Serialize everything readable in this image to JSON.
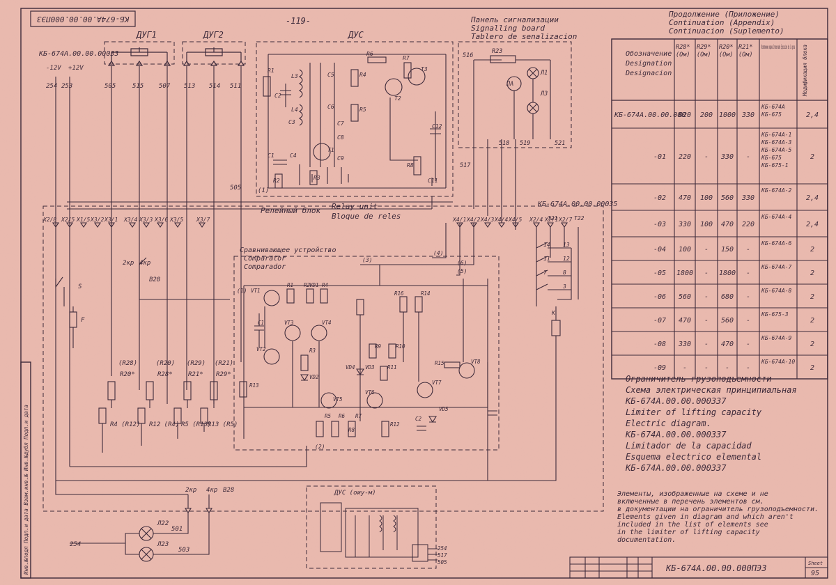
{
  "sheet": {
    "stamp_code": "КБ-674А.00.00.000ПЭ3",
    "page_mark": "-119-",
    "title_block_code": "КБ-674А.00.00.000ПЭ3",
    "sheet_label": "Sheet",
    "sheet_number": "95",
    "left_margin_stamp": "Инв.№подл  Подп.и дата  Взам.инв.№  Инв.№дубл  Подп.и дата",
    "colors": {
      "paper": "#e9b9ae",
      "ink": "#3d2a3a"
    }
  },
  "blocks": {
    "dug1": "ДУГ1",
    "dug2": "ДУГ2",
    "dus": "ДУС",
    "panel": [
      "Панель сигнализации",
      "Signalling board",
      "Tablero de senalizacion"
    ],
    "relay": [
      "Релейный блок",
      "Relay unit",
      "Bloque de reles"
    ],
    "comparator": [
      "Сравнивающее устройство",
      "Comparator",
      "Comparador"
    ],
    "dus_small": "ДУС (оиу-м)",
    "relay_code": "КБ-674А.00.00.000ЗЗ",
    "panel_code": "КБ-674А.00.00.00035",
    "supply": [
      "-12V",
      "+12V"
    ]
  },
  "wires": [
    "254",
    "253",
    "505",
    "515",
    "507",
    "513",
    "514",
    "511",
    "516",
    "518",
    "519",
    "521",
    "517",
    "501",
    "503",
    "505"
  ],
  "components": {
    "dus": [
      "R1",
      "C2",
      "C3",
      "L3",
      "L4",
      "R4",
      "R5",
      "R6",
      "R7",
      "T1",
      "T2",
      "T3",
      "R2",
      "R3",
      "C1",
      "C4",
      "C5",
      "C6",
      "C7",
      "C8",
      "C9",
      "R8",
      "C11",
      "C12"
    ],
    "panel": [
      "R23",
      "ПА",
      "Л1",
      "Л3"
    ],
    "comparator": [
      "VT1",
      "VT2",
      "VT3",
      "VT4",
      "VT5",
      "VT6",
      "VT7",
      "VT8",
      "R1",
      "R2",
      "R3",
      "R4",
      "R5",
      "R6",
      "R7",
      "R8",
      "R9",
      "R10",
      "R11",
      "R12",
      "R13",
      "R14",
      "R15",
      "R16",
      "C1",
      "C2",
      "VD1",
      "VD2",
      "VD3",
      "VD4",
      "VD5"
    ],
    "pots": [
      "R4 (R12)",
      "R12 (R4)",
      "R5 (R13)",
      "R13 (R5)"
    ],
    "trims": [
      "R20*",
      "R28*",
      "R21*",
      "R29*"
    ],
    "trims_alt": [
      "(R28)",
      "(R20)",
      "(R29)",
      "(R21)"
    ],
    "connectors": [
      "X2/8",
      "X2/5",
      "X1/5",
      "X3/2",
      "X3/1",
      "X3/4",
      "X3/3",
      "X3/6",
      "X3/5",
      "X3/7",
      "X4/1",
      "X4/2",
      "X4/3",
      "X4/4",
      "X4/5",
      "X2/4",
      "X2/1",
      "X2/7"
    ],
    "switches": [
      "S",
      "F",
      "2кр",
      "4кр",
      "B28",
      "K"
    ],
    "lamps": [
      "Л22",
      "Л23"
    ],
    "relay_contacts": [
      "Т21",
      "Т22",
      "14",
      "13",
      "11",
      "12",
      "7",
      "8",
      "3"
    ],
    "lamps_pins": [
      "(1)",
      "(2)",
      "(3)",
      "(4)",
      "(5)",
      "(6)"
    ]
  },
  "table": {
    "title": [
      "Продолжение (Приложение)",
      "Continuation (Appendix)",
      "Continuacion (Suplemento)"
    ],
    "headers": [
      "Обозначение Designation Designacion",
      "R28* (Ом)",
      "R29* (Ом)",
      "R20* (Ом)",
      "R21* (Ом)",
      "Исполнение крана Crane make Ejecucion de la grua",
      "Модификация блока"
    ],
    "rows": [
      [
        "КБ-674А.00.00.000",
        "820",
        "200",
        "1000",
        "330",
        "КБ-674А КБ-675",
        "2,4"
      ],
      [
        "-01",
        "220",
        "-",
        "330",
        "-",
        "КБ-674А-1 КБ-674А-3 КБ-674А-5 КБ-675 КБ-675-1",
        "2"
      ],
      [
        "-02",
        "470",
        "100",
        "560",
        "330",
        "КБ-674А-2",
        "2,4"
      ],
      [
        "-03",
        "330",
        "100",
        "470",
        "220",
        "КБ-674А-4",
        "2,4"
      ],
      [
        "-04",
        "100",
        "-",
        "150",
        "-",
        "КБ-674А-6",
        "2"
      ],
      [
        "-05",
        "1800",
        "-",
        "1800",
        "-",
        "КБ-674А-7",
        "2"
      ],
      [
        "-06",
        "560",
        "-",
        "680",
        "-",
        "КБ-674А-8",
        "2"
      ],
      [
        "-07",
        "470",
        "-",
        "560",
        "-",
        "КБ-675-3",
        "2"
      ],
      [
        "-08",
        "330",
        "-",
        "470",
        "-",
        "КБ-674А-9",
        "2"
      ],
      [
        "-09",
        "-",
        "-",
        "-",
        "-",
        "КБ-674А-10",
        "2"
      ]
    ]
  },
  "caption": [
    "Ограничитель грузоподъемности",
    "Схема электрическая принципиальная",
    "КБ-674А.00.00.000ЗЗ7",
    "Limiter of lifting capacity",
    "Electric diagram.",
    "КБ-674А.00.00.000ЗЗ7",
    "Limitador de la capacidad",
    "Esquema electrico elemental",
    "КБ-674А.00.00.000ЗЗ7"
  ],
  "note": [
    "Элементы, изображенные на схеме и не",
    "включенные в перечень элементов см.",
    "в документации на ограничитель грузоподъемности.",
    "Elements given in diagram and which aren't",
    "included in the list of elements see",
    "in the limiter of lifting capacity",
    "documentation."
  ]
}
